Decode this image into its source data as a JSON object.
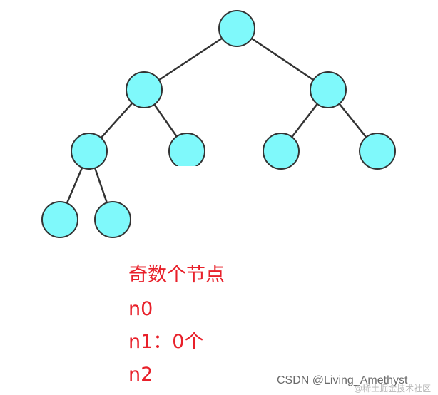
{
  "diagram": {
    "node_color": "#7ff9fb",
    "stroke_color": "#333333",
    "nodes": [
      "root",
      "l1a",
      "l1b",
      "l2a",
      "l2b",
      "l2c",
      "l2d",
      "l3a",
      "l3b"
    ],
    "edges": [
      [
        "root",
        "l1a"
      ],
      [
        "root",
        "l1b"
      ],
      [
        "l1a",
        "l2a"
      ],
      [
        "l1a",
        "l2b"
      ],
      [
        "l1b",
        "l2c"
      ],
      [
        "l1b",
        "l2d"
      ],
      [
        "l2a",
        "l3a"
      ],
      [
        "l2a",
        "l3b"
      ]
    ]
  },
  "annotation": {
    "color": "#e8202a",
    "lines": [
      "奇数个节点",
      "n0",
      "n1：0个",
      "n2"
    ]
  },
  "watermark": {
    "text": "CSDN @Living_Amethyst",
    "faint_text": "@稀土掘金技术社区"
  }
}
